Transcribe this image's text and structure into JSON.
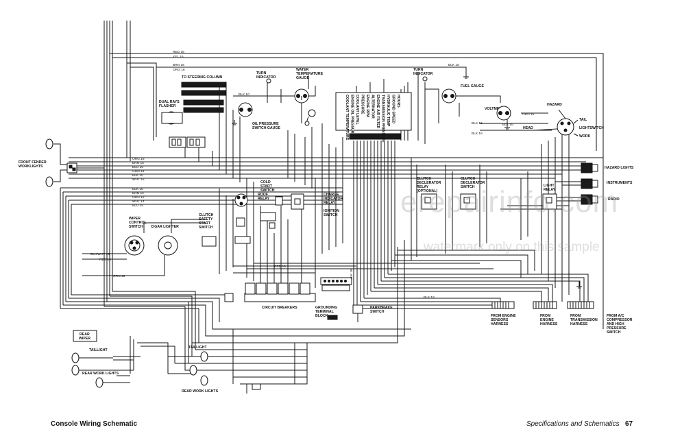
{
  "footer": {
    "title": "Console Wiring Schematic",
    "section": "Specifications and Schematics",
    "page": "67"
  },
  "watermark": {
    "main": "erepairinfo.com",
    "sub": "watermark only on this sample"
  },
  "labels": {
    "to_steering_column": "TO STEERING COLUMN",
    "turn_indicator_left": "TURN",
    "turn_indicator_left2": "INDICATOR",
    "water_temp1": "WATER",
    "water_temp2": "TEMPERATURE",
    "water_temp3": "GAUGE",
    "dual_rays1": "DUAL RAYS",
    "dual_rays2": "FLASHER",
    "oil_pressure1": "OIL PRESSURE",
    "oil_pressure2": "SWITCH GAUGE",
    "turn_indicator_right": "TURN",
    "turn_indicator_right2": "INDICATOR",
    "fuel_gauge": "FUEL GAUGE",
    "voltmeter": "VOLTMETER",
    "hazard": "HAZARD",
    "tail": "TAIL",
    "lightswitch": "LIGHTSWITCH",
    "head": "HEAD",
    "work": "WORK",
    "front_fender1": "FRONT FENDER",
    "front_fender2": "WORKLIGHTS",
    "cold_start1": "COLD",
    "cold_start2": "START",
    "cold_start3": "SWITCH",
    "roof_relay1": "ROOF",
    "roof_relay2": "RELAY",
    "charge_ind1": "CHARGE",
    "charge_ind2": "INDICATOR",
    "charge_ind3": "RELAY",
    "ignition1": "IGNITION",
    "ignition2": "SWITCH",
    "clutch_safety1": "CLUTCH",
    "clutch_safety2": "SAFETY",
    "clutch_safety3": "START",
    "clutch_safety4": "SWITCH",
    "wiper_ctrl1": "WIPER",
    "wiper_ctrl2": "CONTROL",
    "wiper_ctrl3": "SWITCH",
    "cigar_lighter": "CIGAR LIGHTER",
    "clutch_decl_relay1": "CLUTCH",
    "clutch_decl_relay2": "DECLERATOR",
    "clutch_decl_relay3": "RELAY",
    "clutch_decl_relay4": "(OPTIONAL)",
    "clutch_decl_sw1": "CLUTCH",
    "clutch_decl_sw2": "DECLERATOR",
    "clutch_decl_sw3": "SWITCH",
    "light_relay1": "LIGHT",
    "light_relay2": "RELAY",
    "hazard_lights": "HAZARD LIGHTS",
    "instruments": "INSTRUMENTS",
    "radio": "RADIO",
    "circuit_breakers": "CIRCUIT BREAKERS",
    "grounding1": "GROUNDING",
    "grounding2": "TERMINAL",
    "grounding3": "BLOCK",
    "parkbrake1": "PARKBRAKE",
    "parkbrake2": "SWITCH",
    "rear_wiper1": "REAR",
    "rear_wiper2": "WIPER",
    "taillight_left": "TAILLIGHT",
    "taillight_right": "TAILLIGHT",
    "rear_work_left": "REAR WORK LIGHTS",
    "rear_work_right": "REAR WORK LIGHTS",
    "engine_sensors1": "FROM ENGINE",
    "engine_sensors2": "SENSORS",
    "engine_sensors3": "HARNESS",
    "engine_harness1": "FROM",
    "engine_harness2": "ENGINE",
    "engine_harness3": "HARNESS",
    "trans_harness1": "FROM",
    "trans_harness2": "TRANSMISSION",
    "trans_harness3": "HARNESS",
    "ac1": "FROM A/C",
    "ac2": "COMPRESSOR",
    "ac3": "AND HIGH",
    "ac4": "PRESSURE",
    "ac5": "SWITCH"
  },
  "warning_panel": [
    "HOURS",
    "GROUND SPEED",
    "HYDRAULIC TEMP",
    "TRANSMISSION PRESSURE",
    "ENGINE AIR FILTER",
    "ALTERNATOR",
    "ENGINE RPM",
    "PRESSURE",
    "COOLANT LEVEL",
    "ENGINE OIL PRESSURE",
    "COOLANT TEMPERATURE"
  ],
  "wire_labels": {
    "red16_top": "RED 16",
    "yel16": "YEL 16",
    "brn16_top": "BRN 16",
    "org16_top": "ORG 16",
    "blk10_mid": "BLK 10",
    "blk16_top": "BLK 16",
    "org16_volt": "ORG 16",
    "blk16_volt": "BLK 16",
    "blk16_a": "BLK 16",
    "blk16_b": "BLK 16",
    "org16_left": "ORG 16",
    "brn16_left": "BRN 16",
    "blu16_left": "BLU 16",
    "grn14_left": "GRN 14",
    "blk10_left": "BLK 10",
    "wht16_left": "WHT 16",
    "blk16_mid": "BLK 16",
    "brn14_mid": "BRN 14",
    "org12_mid": "ORG 12",
    "wht14_mid": "WHT 14",
    "blu16_mid": "BLU 16",
    "blkwht16": "BLK/WHT 16",
    "red16_wiper": "RED 16",
    "grn16": "GRN 16",
    "red10": "RED 10",
    "blk16_bottom": "BLK 16",
    "blk16_park": "BLK 16"
  }
}
